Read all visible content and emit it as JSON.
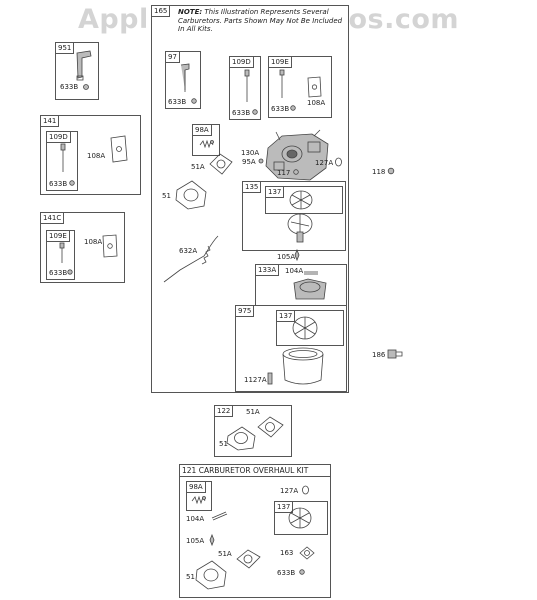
{
  "watermark": "AppliancePartsPros.com",
  "note": {
    "prefix": "NOTE:",
    "text": "This Illustration Represents Several Carburetors. Parts Shown May Not Be Included In All Kits."
  },
  "left_kits": [
    {
      "id": "951",
      "parts": [
        "633B"
      ]
    },
    {
      "id": "141",
      "parts": [
        "109D",
        "108A",
        "633B"
      ]
    },
    {
      "id": "141C",
      "parts": [
        "109E",
        "108A",
        "633B"
      ]
    }
  ],
  "main_assembly": {
    "id": "165",
    "subkits": [
      {
        "id": "97",
        "parts": [
          "633B"
        ]
      },
      {
        "id": "109D",
        "parts": [
          "633B"
        ]
      },
      {
        "id": "109E",
        "parts": [
          "633B",
          "108A"
        ]
      },
      {
        "id": "98A",
        "parts": []
      },
      {
        "id": "135",
        "parts": [
          "137"
        ]
      },
      {
        "id": "133A",
        "parts": [
          "104A"
        ]
      },
      {
        "id": "975",
        "parts": [
          "137"
        ]
      }
    ],
    "loose_parts": [
      "51A",
      "130A",
      "95A",
      "117",
      "127A",
      "51",
      "632A",
      "105A",
      "1127A"
    ]
  },
  "external_parts": [
    "118",
    "186"
  ],
  "gasket_kit": {
    "id": "122",
    "parts": [
      "51A",
      "51"
    ]
  },
  "overhaul_kit": {
    "id": "121",
    "title": "CARBURETOR OVERHAUL KIT",
    "subkits": [
      {
        "id": "98A",
        "parts": []
      },
      {
        "id": "137",
        "parts": []
      }
    ],
    "parts": [
      "127A",
      "104A",
      "105A",
      "51A",
      "163",
      "51",
      "633B"
    ]
  }
}
